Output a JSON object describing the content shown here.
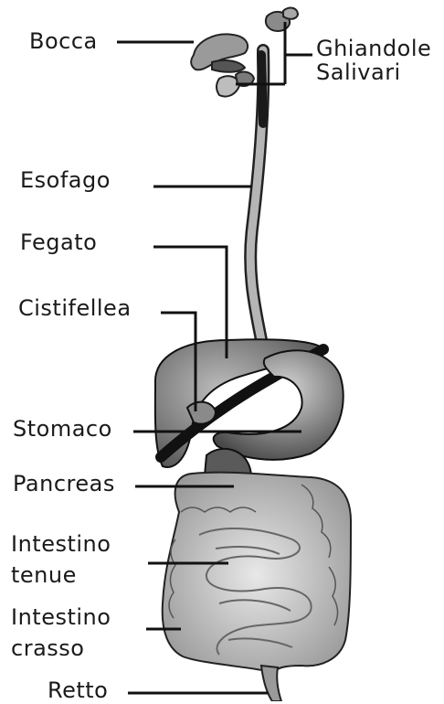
{
  "diagram": {
    "labels": {
      "bocca": "Bocca",
      "ghiandole_line1": "Ghiandole",
      "ghiandole_line2": "Salivari",
      "esofago": "Esofago",
      "fegato": "Fegato",
      "cistifellea": "Cistifellea",
      "stomaco": "Stomaco",
      "pancreas": "Pancreas",
      "intestino_tenue_line1": "Intestino",
      "intestino_tenue_line2": "tenue",
      "intestino_crasso_line1": "Intestino",
      "intestino_crasso_line2": "crasso",
      "retto": "Retto"
    },
    "colors": {
      "text": "#1a1a1a",
      "leader_line": "#111111",
      "organ_light": "#cfcfcf",
      "organ_mid": "#8a8a8a",
      "organ_dark": "#1a1a1a"
    }
  }
}
